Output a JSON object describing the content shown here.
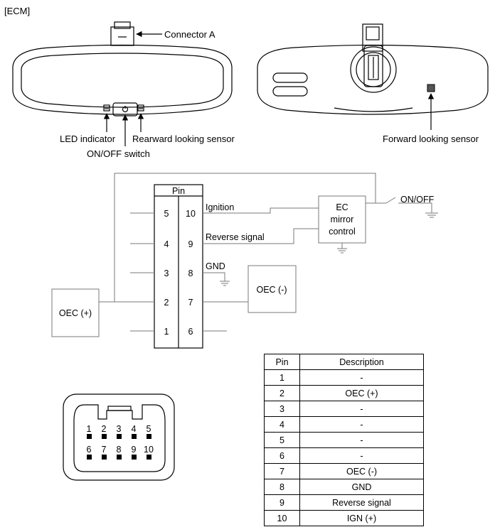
{
  "header": {
    "section_tag": "[ECM]"
  },
  "mirror": {
    "connector_label": "Connector A",
    "led_indicator_label": "LED indicator",
    "switch_label": "ON/OFF switch",
    "rear_sensor_label": "Rearward looking sensor",
    "forward_sensor_label": "Forward looking sensor"
  },
  "schematic": {
    "connector_header": "Pin",
    "left_pins": [
      "5",
      "4",
      "3",
      "2",
      "1"
    ],
    "right_pins": [
      "10",
      "9",
      "8",
      "7",
      "6"
    ],
    "signal_ignition": "Ignition",
    "signal_reverse": "Reverse signal",
    "signal_gnd": "GND",
    "oec_minus_label": "OEC (-)",
    "oec_plus_label": "OEC (+)",
    "ec_mirror_control": [
      "EC",
      "mirror",
      "control"
    ],
    "onoff_label": "ON/OFF"
  },
  "connector_face": {
    "top_row": [
      "1",
      "2",
      "3",
      "4",
      "5"
    ],
    "bottom_row": [
      "6",
      "7",
      "8",
      "9",
      "10"
    ]
  },
  "pin_table": {
    "headers": [
      "Pin",
      "Description"
    ],
    "rows": [
      [
        "1",
        "-"
      ],
      [
        "2",
        "OEC (+)"
      ],
      [
        "3",
        "-"
      ],
      [
        "4",
        "-"
      ],
      [
        "5",
        "-"
      ],
      [
        "6",
        "-"
      ],
      [
        "7",
        "OEC (-)"
      ],
      [
        "8",
        "GND"
      ],
      [
        "9",
        "Reverse signal"
      ],
      [
        "10",
        "IGN (+)"
      ]
    ]
  }
}
